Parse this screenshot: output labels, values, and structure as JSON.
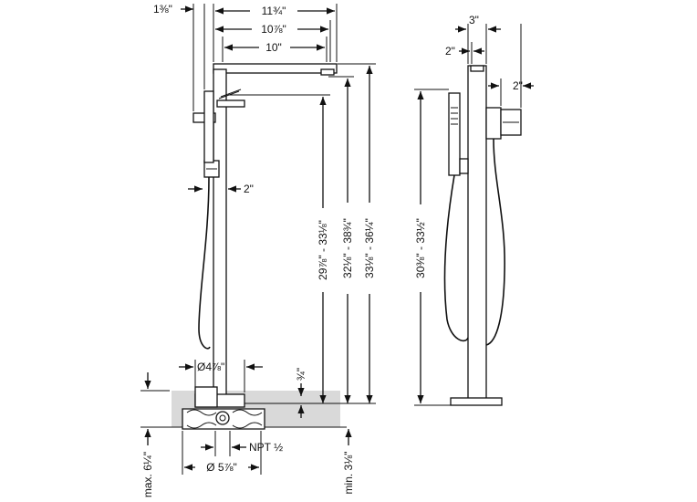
{
  "colors": {
    "line": "#111111",
    "floor_shading": "#d9d9d9",
    "background": "#ffffff"
  },
  "dimensions": {
    "width_1_3_8": "1⅜\"",
    "width_11_3_4": "11¾\"",
    "width_10_7_8": "10⅞\"",
    "width_10": "10\"",
    "handshower_offset_2": "2\"",
    "height_29_7_8_33_1_8": "29⅞\" - 33⅛\"",
    "height_32_1_8_38_3_4": "32⅛\" - 38¾\"",
    "height_33_1_8_36_1_4": "33⅛\" - 36¼\"",
    "diameter_4_7_8": "Ø4⅞\"",
    "thickness_3_4": "¾\"",
    "npt_1_2": "NPT ½",
    "diameter_5_7_8": "Ø 5⅞\"",
    "max_6_1_4": "max. 6¼\"",
    "min_3_1_8": "min. 3⅛\"",
    "side_3": "3\"",
    "side_2_top": "2\"",
    "side_2_right": "2\"",
    "height_30_3_8_33_1_2": "30⅜\" - 33½\""
  }
}
